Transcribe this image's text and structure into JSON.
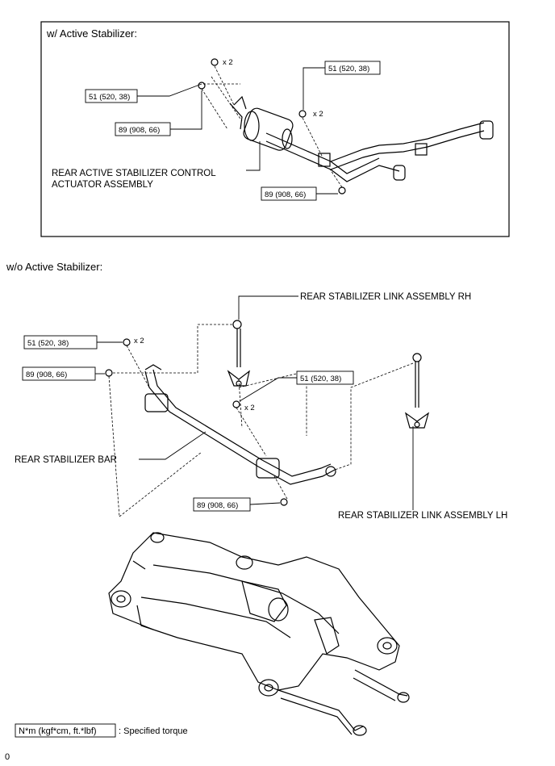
{
  "sections": {
    "active": "w/ Active Stabilizer:",
    "no_active": "w/o Active Stabilizer:"
  },
  "callouts": {
    "x2": "x 2",
    "torque_51": "51 (520, 38)",
    "torque_89": "89 (908, 66)"
  },
  "parts": {
    "actuator_line1": "REAR ACTIVE STABILIZER CONTROL",
    "actuator_line2": "ACTUATOR ASSEMBLY",
    "link_rh": "REAR STABILIZER LINK ASSEMBLY RH",
    "link_lh": "REAR STABILIZER LINK ASSEMBLY LH",
    "bar": "REAR STABILIZER BAR"
  },
  "legend": {
    "unit": "N*m (kgf*cm, ft.*lbf)",
    "description": ": Specified torque"
  },
  "footer_code": "0"
}
